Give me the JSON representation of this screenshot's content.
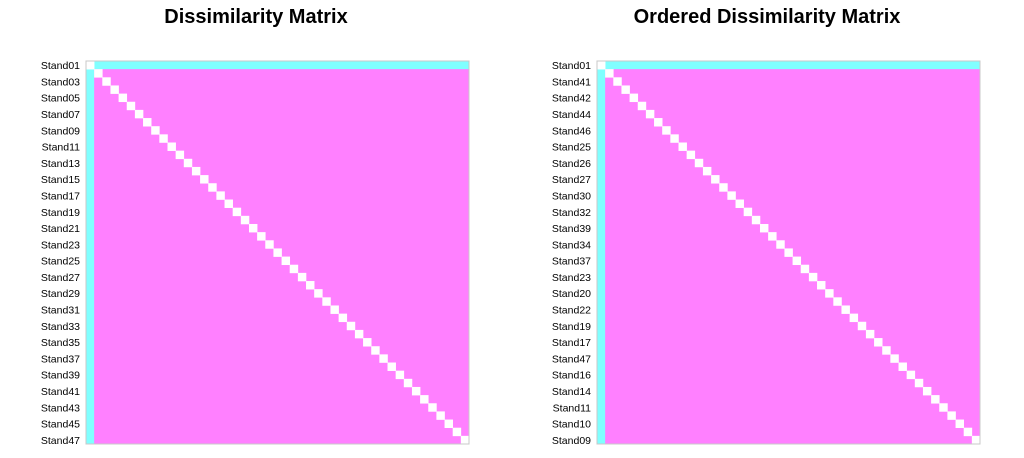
{
  "chart_data": [
    {
      "type": "heatmap",
      "title": "Dissimilarity Matrix",
      "n": 47,
      "row_labels": [
        "Stand01",
        "Stand03",
        "Stand05",
        "Stand07",
        "Stand09",
        "Stand11",
        "Stand13",
        "Stand15",
        "Stand17",
        "Stand19",
        "Stand21",
        "Stand23",
        "Stand25",
        "Stand27",
        "Stand29",
        "Stand31",
        "Stand33",
        "Stand35",
        "Stand37",
        "Stand39",
        "Stand41",
        "Stand43",
        "Stand45",
        "Stand47"
      ],
      "cells": {
        "diagonal": "zero",
        "first_row_and_column": "low",
        "other": "high"
      }
    },
    {
      "type": "heatmap",
      "title": "Ordered Dissimilarity Matrix",
      "n": 47,
      "row_labels": [
        "Stand01",
        "Stand41",
        "Stand42",
        "Stand44",
        "Stand46",
        "Stand25",
        "Stand26",
        "Stand27",
        "Stand30",
        "Stand32",
        "Stand39",
        "Stand34",
        "Stand37",
        "Stand23",
        "Stand20",
        "Stand22",
        "Stand19",
        "Stand17",
        "Stand47",
        "Stand16",
        "Stand14",
        "Stand11",
        "Stand10",
        "Stand09"
      ],
      "cells": {
        "diagonal": "zero",
        "first_row_and_column": "low",
        "other": "high"
      }
    }
  ],
  "colors": {
    "zero": "#ffffff",
    "low": "#80ffff",
    "high": "#ff80ff",
    "border": "#c8c8c8"
  }
}
